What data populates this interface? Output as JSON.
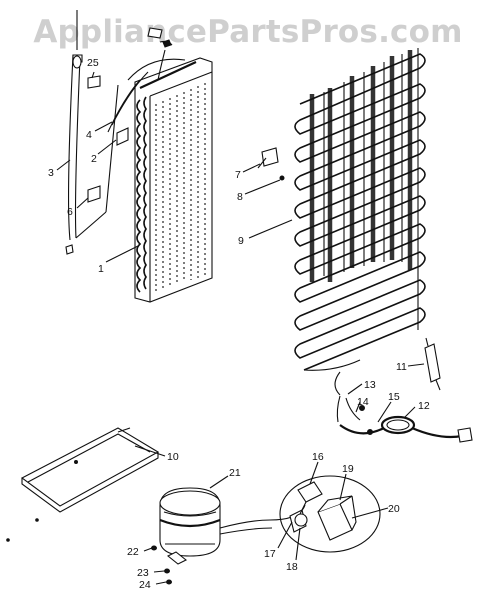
{
  "watermark": {
    "text": "AppliancePartsPros.com"
  },
  "callouts": [
    {
      "id": "1",
      "text": "1"
    },
    {
      "id": "2",
      "text": "2"
    },
    {
      "id": "3",
      "text": "3"
    },
    {
      "id": "4",
      "text": "4"
    },
    {
      "id": "6",
      "text": "6"
    },
    {
      "id": "7",
      "text": "7"
    },
    {
      "id": "8",
      "text": "8"
    },
    {
      "id": "9",
      "text": "9"
    },
    {
      "id": "10",
      "text": "10"
    },
    {
      "id": "11",
      "text": "11"
    },
    {
      "id": "12",
      "text": "12"
    },
    {
      "id": "13",
      "text": "13"
    },
    {
      "id": "14",
      "text": "14"
    },
    {
      "id": "15",
      "text": "15"
    },
    {
      "id": "16",
      "text": "16"
    },
    {
      "id": "17",
      "text": "17"
    },
    {
      "id": "18",
      "text": "18"
    },
    {
      "id": "19",
      "text": "19"
    },
    {
      "id": "20",
      "text": "20"
    },
    {
      "id": "21",
      "text": "21"
    },
    {
      "id": "22",
      "text": "22"
    },
    {
      "id": "23",
      "text": "23"
    },
    {
      "id": "24",
      "text": "24"
    },
    {
      "id": "25",
      "text": "25"
    }
  ]
}
